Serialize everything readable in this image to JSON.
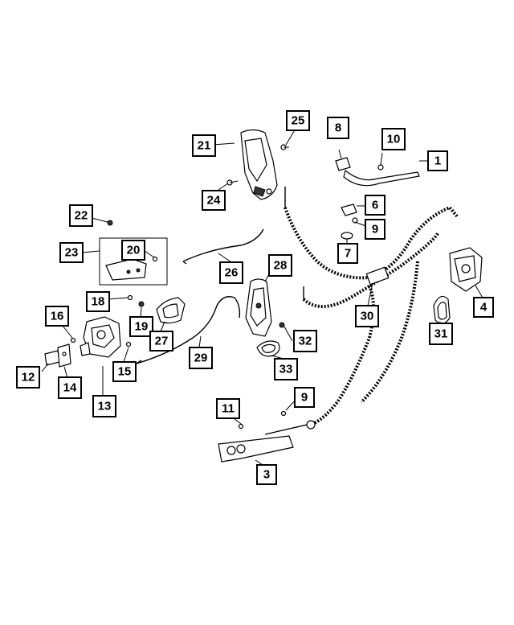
{
  "callouts": [
    {
      "id": "c1",
      "label": "1"
    },
    {
      "id": "c3",
      "label": "3"
    },
    {
      "id": "c4",
      "label": "4"
    },
    {
      "id": "c6",
      "label": "6"
    },
    {
      "id": "c7",
      "label": "7"
    },
    {
      "id": "c8",
      "label": "8"
    },
    {
      "id": "c9a",
      "label": "9"
    },
    {
      "id": "c9b",
      "label": "9"
    },
    {
      "id": "c10",
      "label": "10"
    },
    {
      "id": "c11",
      "label": "11"
    },
    {
      "id": "c12",
      "label": "12"
    },
    {
      "id": "c13",
      "label": "13"
    },
    {
      "id": "c14",
      "label": "14"
    },
    {
      "id": "c15",
      "label": "15"
    },
    {
      "id": "c16",
      "label": "16"
    },
    {
      "id": "c18",
      "label": "18"
    },
    {
      "id": "c19",
      "label": "19"
    },
    {
      "id": "c20",
      "label": "20"
    },
    {
      "id": "c21",
      "label": "21"
    },
    {
      "id": "c22",
      "label": "22"
    },
    {
      "id": "c23",
      "label": "23"
    },
    {
      "id": "c24",
      "label": "24"
    },
    {
      "id": "c25",
      "label": "25"
    },
    {
      "id": "c26",
      "label": "26"
    },
    {
      "id": "c27",
      "label": "27"
    },
    {
      "id": "c28",
      "label": "28"
    },
    {
      "id": "c29",
      "label": "29"
    },
    {
      "id": "c30",
      "label": "30"
    },
    {
      "id": "c31",
      "label": "31"
    },
    {
      "id": "c32",
      "label": "32"
    },
    {
      "id": "c33",
      "label": "33"
    }
  ]
}
